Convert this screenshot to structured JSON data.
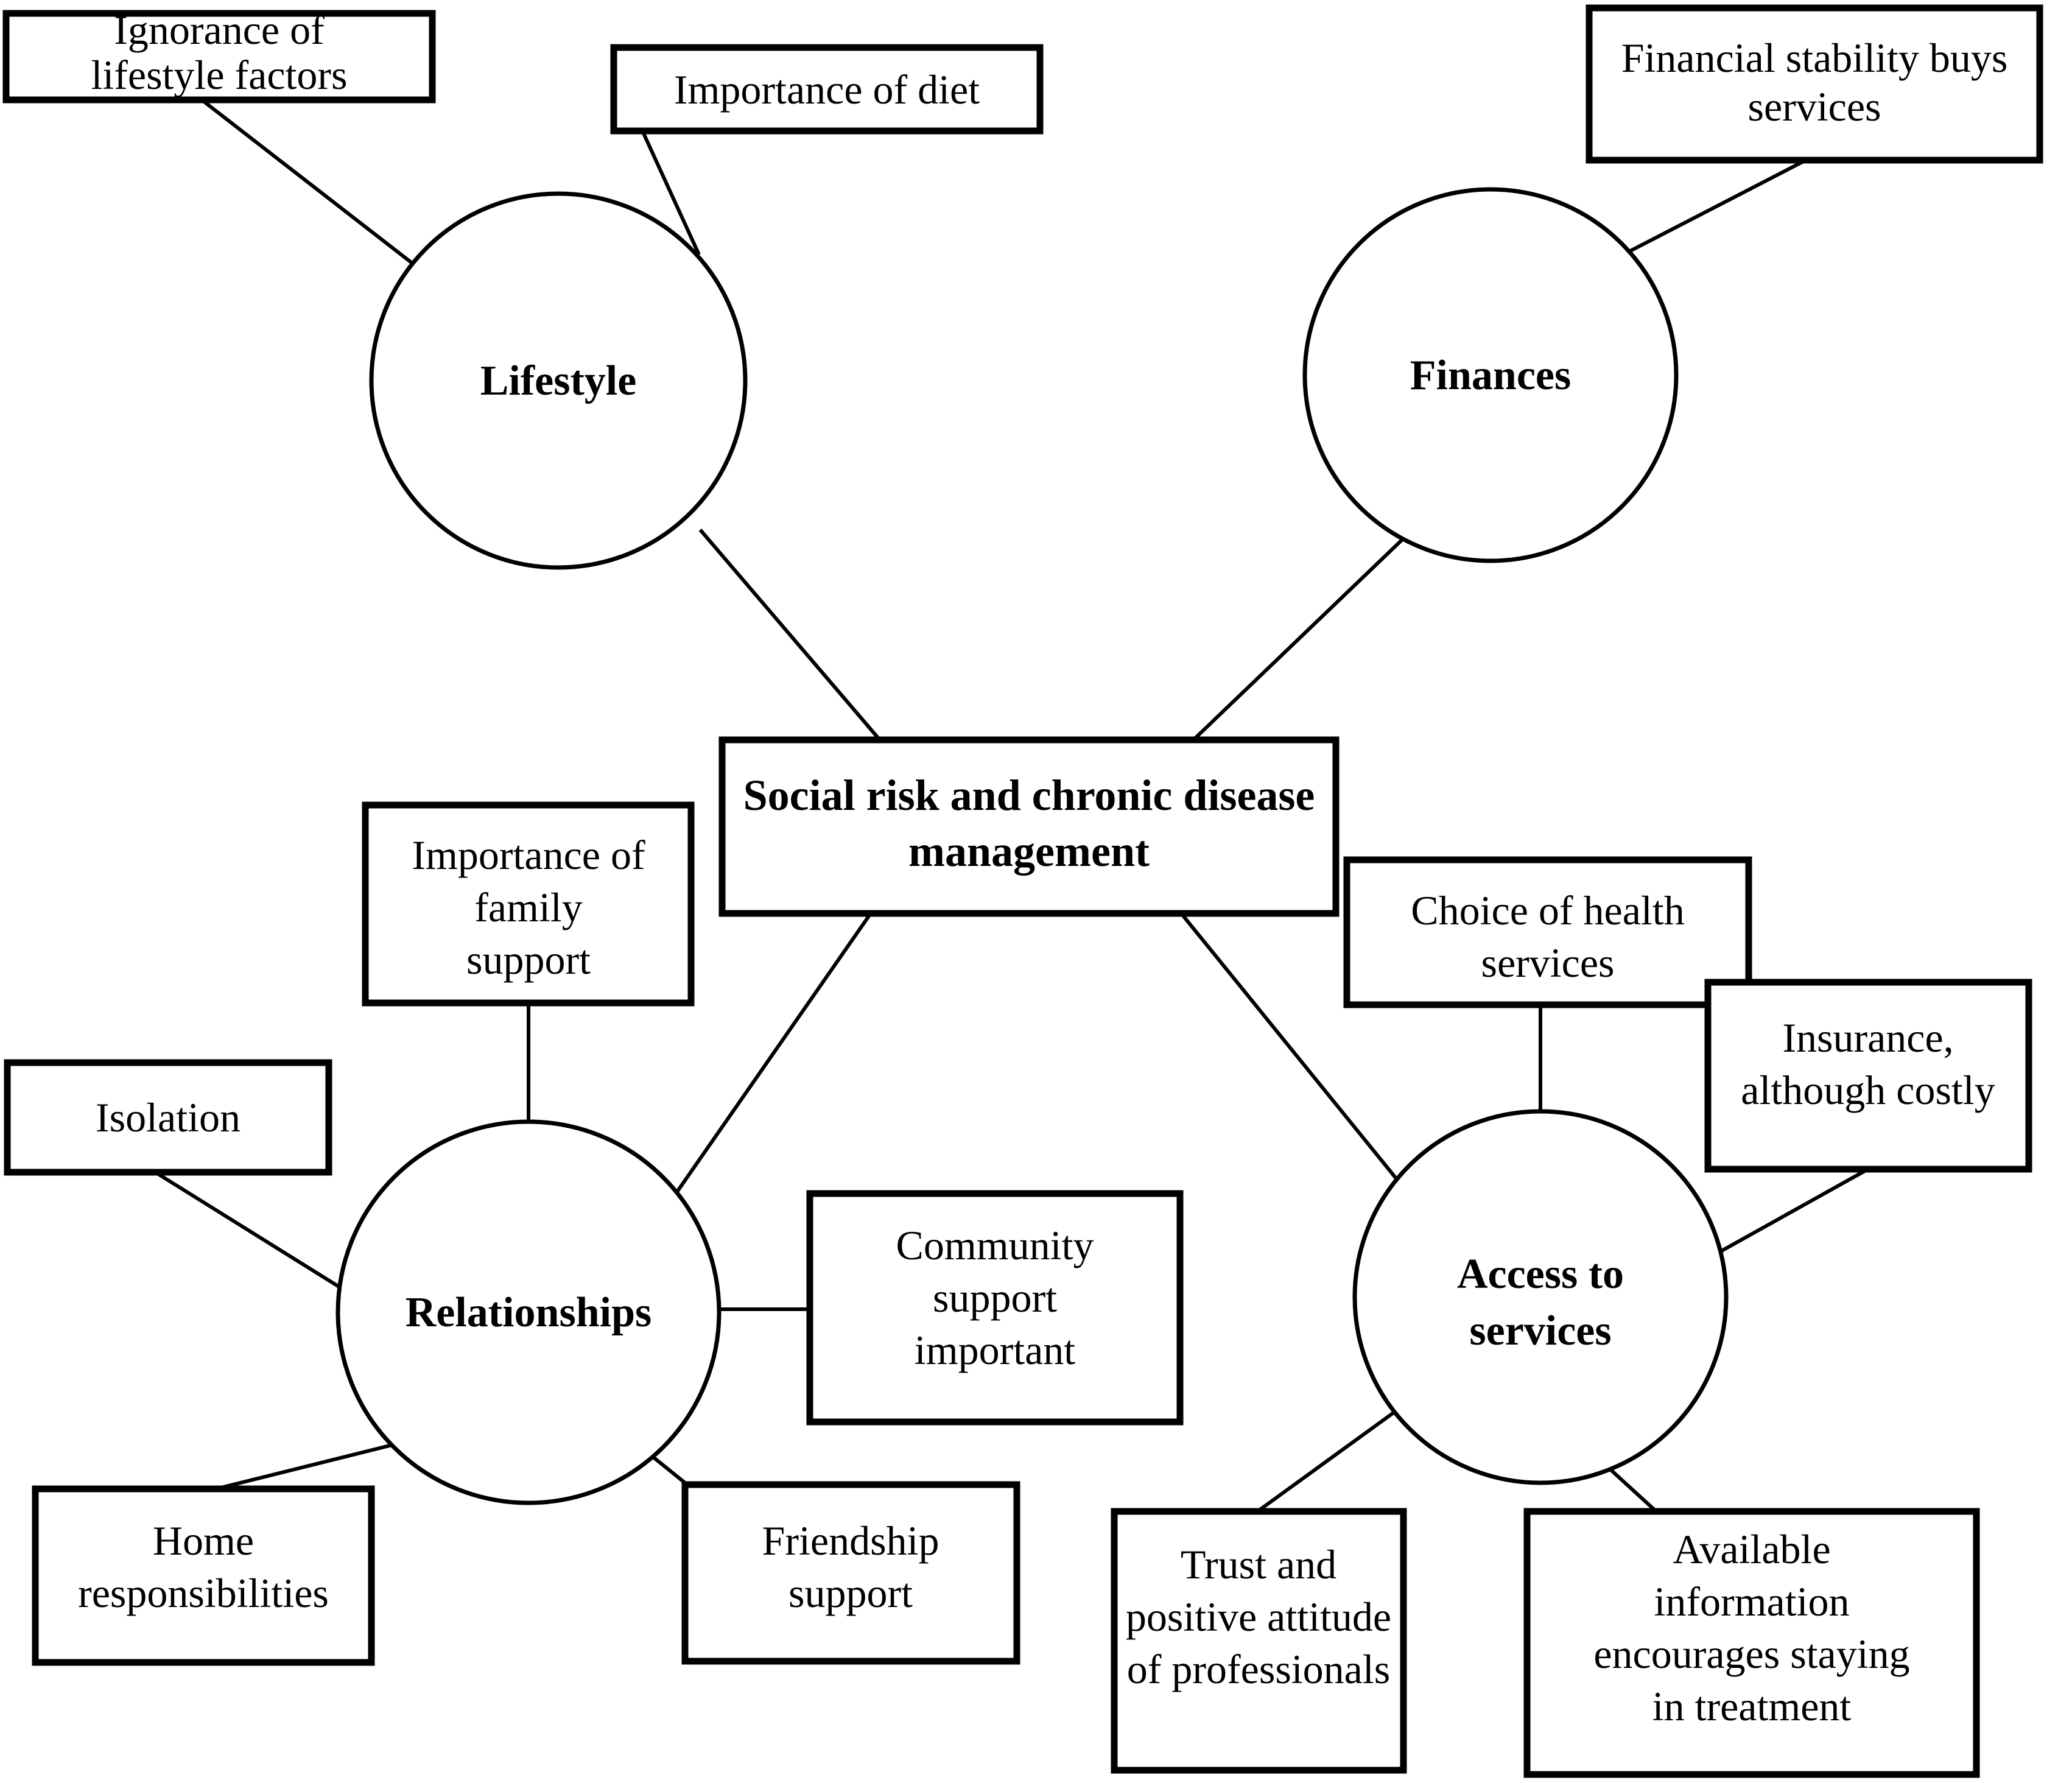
{
  "diagram": {
    "title": "Social risk and chronic disease management concept map",
    "type": "concept-map",
    "background_color": "#ffffff",
    "line_color": "#000000",
    "center": {
      "id": "center",
      "label_line1": "Social risk and chronic disease",
      "label_line2": "management",
      "shape": "rectangle",
      "bold": true
    },
    "themes": [
      {
        "id": "lifestyle",
        "label_line1": "Lifestyle",
        "label_line2": "",
        "shape": "circle",
        "bold": true
      },
      {
        "id": "finances",
        "label_line1": "Finances",
        "label_line2": "",
        "shape": "circle",
        "bold": true
      },
      {
        "id": "relationships",
        "label_line1": "Relationships",
        "label_line2": "",
        "shape": "circle",
        "bold": true
      },
      {
        "id": "access",
        "label_line1": "Access to",
        "label_line2": "services",
        "shape": "circle",
        "bold": true
      }
    ],
    "subnodes": [
      {
        "id": "ignorance",
        "parent": "lifestyle",
        "lines": [
          "Ignorance of",
          "lifestyle factors"
        ]
      },
      {
        "id": "diet",
        "parent": "lifestyle",
        "lines": [
          "Importance of diet"
        ]
      },
      {
        "id": "financial-stability",
        "parent": "finances",
        "lines": [
          "Financial stability buys",
          "services"
        ]
      },
      {
        "id": "family-support",
        "parent": "relationships",
        "lines": [
          "Importance of",
          "family",
          "support"
        ]
      },
      {
        "id": "isolation",
        "parent": "relationships",
        "lines": [
          "Isolation"
        ]
      },
      {
        "id": "community-support",
        "parent": "relationships",
        "lines": [
          "Community",
          "support",
          "important"
        ]
      },
      {
        "id": "home-responsibilities",
        "parent": "relationships",
        "lines": [
          "Home",
          "responsibilities"
        ]
      },
      {
        "id": "friendship-support",
        "parent": "relationships",
        "lines": [
          "Friendship",
          "support"
        ]
      },
      {
        "id": "choice-health-services",
        "parent": "access",
        "lines": [
          "Choice of health",
          "services"
        ]
      },
      {
        "id": "insurance",
        "parent": "access",
        "lines": [
          "Insurance,",
          "although costly"
        ]
      },
      {
        "id": "trust-professionals",
        "parent": "access",
        "lines": [
          "Trust and",
          "positive attitude",
          "of professionals"
        ]
      },
      {
        "id": "available-information",
        "parent": "access",
        "lines": [
          "Available",
          "information",
          "encourages staying",
          "in treatment"
        ]
      }
    ],
    "connections": [
      {
        "from": "center",
        "to": "lifestyle"
      },
      {
        "from": "center",
        "to": "finances"
      },
      {
        "from": "center",
        "to": "relationships"
      },
      {
        "from": "center",
        "to": "access"
      },
      {
        "from": "lifestyle",
        "to": "ignorance"
      },
      {
        "from": "lifestyle",
        "to": "diet"
      },
      {
        "from": "finances",
        "to": "financial-stability"
      },
      {
        "from": "relationships",
        "to": "family-support"
      },
      {
        "from": "relationships",
        "to": "isolation"
      },
      {
        "from": "relationships",
        "to": "community-support"
      },
      {
        "from": "relationships",
        "to": "home-responsibilities"
      },
      {
        "from": "relationships",
        "to": "friendship-support"
      },
      {
        "from": "access",
        "to": "choice-health-services"
      },
      {
        "from": "access",
        "to": "insurance"
      },
      {
        "from": "access",
        "to": "trust-professionals"
      },
      {
        "from": "access",
        "to": "available-information"
      }
    ]
  }
}
